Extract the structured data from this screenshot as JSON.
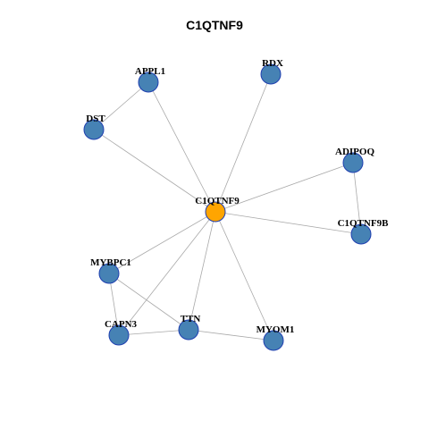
{
  "graph": {
    "title": "C1QTNF9",
    "colors": {
      "hub_fill": "#FFA500",
      "node_fill": "#4682B4",
      "node_border": "#1F3FB0",
      "edge": "#A9A9A9"
    },
    "nodes": [
      {
        "id": "C1QTNF9",
        "label": "C1QTNF9",
        "hub": true
      },
      {
        "id": "APPL1",
        "label": "APPL1",
        "hub": false
      },
      {
        "id": "RDX",
        "label": "RDX",
        "hub": false
      },
      {
        "id": "DST",
        "label": "DST",
        "hub": false
      },
      {
        "id": "ADIPOQ",
        "label": "ADIPOQ",
        "hub": false
      },
      {
        "id": "C1QTNF9B",
        "label": "C1QTNF9B",
        "hub": false
      },
      {
        "id": "MYBPC1",
        "label": "MYBPC1",
        "hub": false
      },
      {
        "id": "CAPN3",
        "label": "CAPN3",
        "hub": false
      },
      {
        "id": "TTN",
        "label": "TTN",
        "hub": false
      },
      {
        "id": "MYOM1",
        "label": "MYOM1",
        "hub": false
      }
    ],
    "edges": [
      [
        "C1QTNF9",
        "APPL1"
      ],
      [
        "C1QTNF9",
        "RDX"
      ],
      [
        "C1QTNF9",
        "DST"
      ],
      [
        "C1QTNF9",
        "ADIPOQ"
      ],
      [
        "C1QTNF9",
        "C1QTNF9B"
      ],
      [
        "C1QTNF9",
        "MYBPC1"
      ],
      [
        "C1QTNF9",
        "CAPN3"
      ],
      [
        "C1QTNF9",
        "TTN"
      ],
      [
        "C1QTNF9",
        "MYOM1"
      ],
      [
        "APPL1",
        "DST"
      ],
      [
        "ADIPOQ",
        "C1QTNF9B"
      ],
      [
        "MYBPC1",
        "CAPN3"
      ],
      [
        "MYBPC1",
        "TTN"
      ],
      [
        "CAPN3",
        "TTN"
      ],
      [
        "TTN",
        "MYOM1"
      ]
    ]
  }
}
